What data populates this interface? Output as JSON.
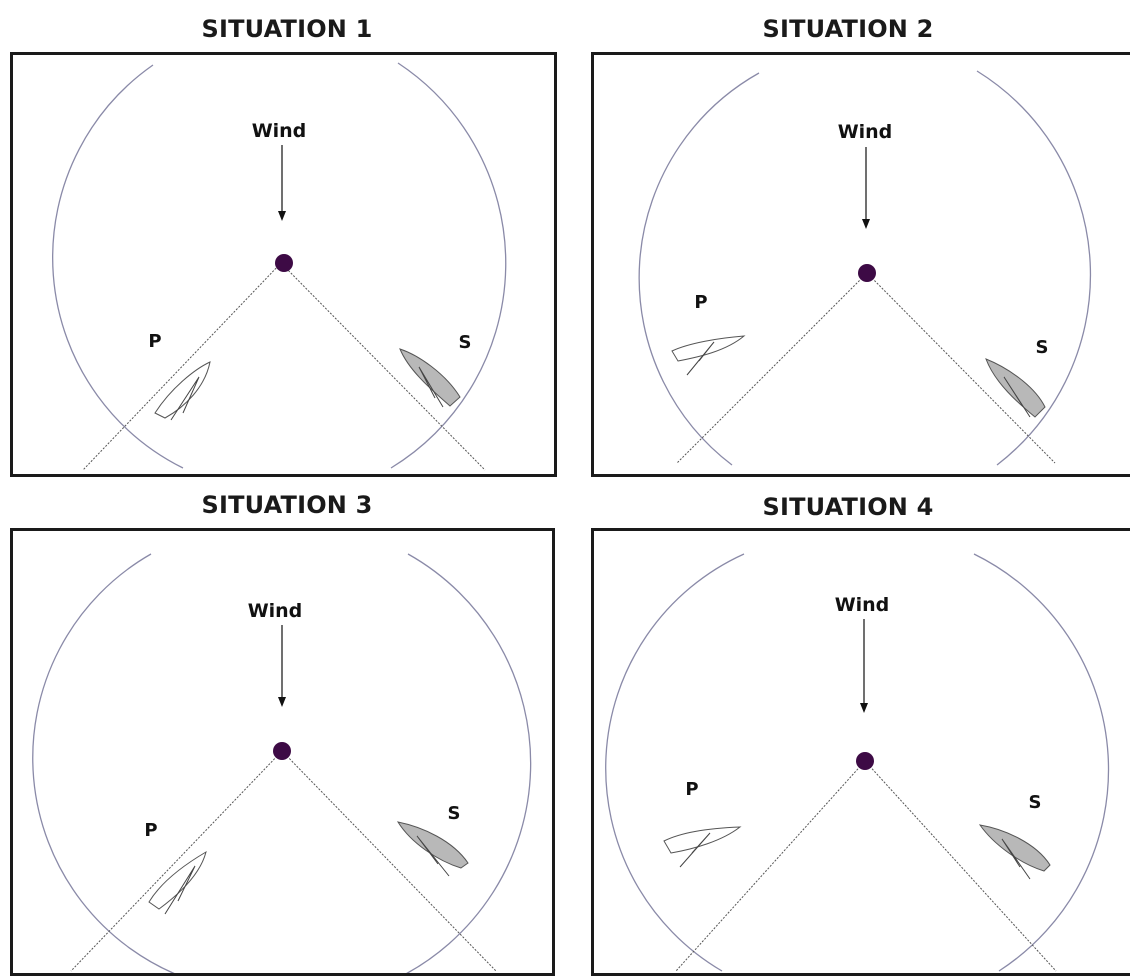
{
  "situations": [
    {
      "title": "SITUATION 1",
      "wind_label": "Wind",
      "port_label": "P",
      "starboard_label": "S"
    },
    {
      "title": "SITUATION 2",
      "wind_label": "Wind",
      "port_label": "P",
      "starboard_label": "S"
    },
    {
      "title": "SITUATION 3",
      "wind_label": "Wind",
      "port_label": "P",
      "starboard_label": "S"
    },
    {
      "title": "SITUATION 4",
      "wind_label": "Wind",
      "port_label": "P",
      "starboard_label": "S"
    }
  ],
  "colors": {
    "mark": "#3d0a45",
    "zone_circle": "#8a8aa8",
    "laylines": "#555555",
    "port_boat_fill": "#ffffff",
    "starboard_boat_fill": "#b8b8b8",
    "frame": "#1a1a1a"
  }
}
